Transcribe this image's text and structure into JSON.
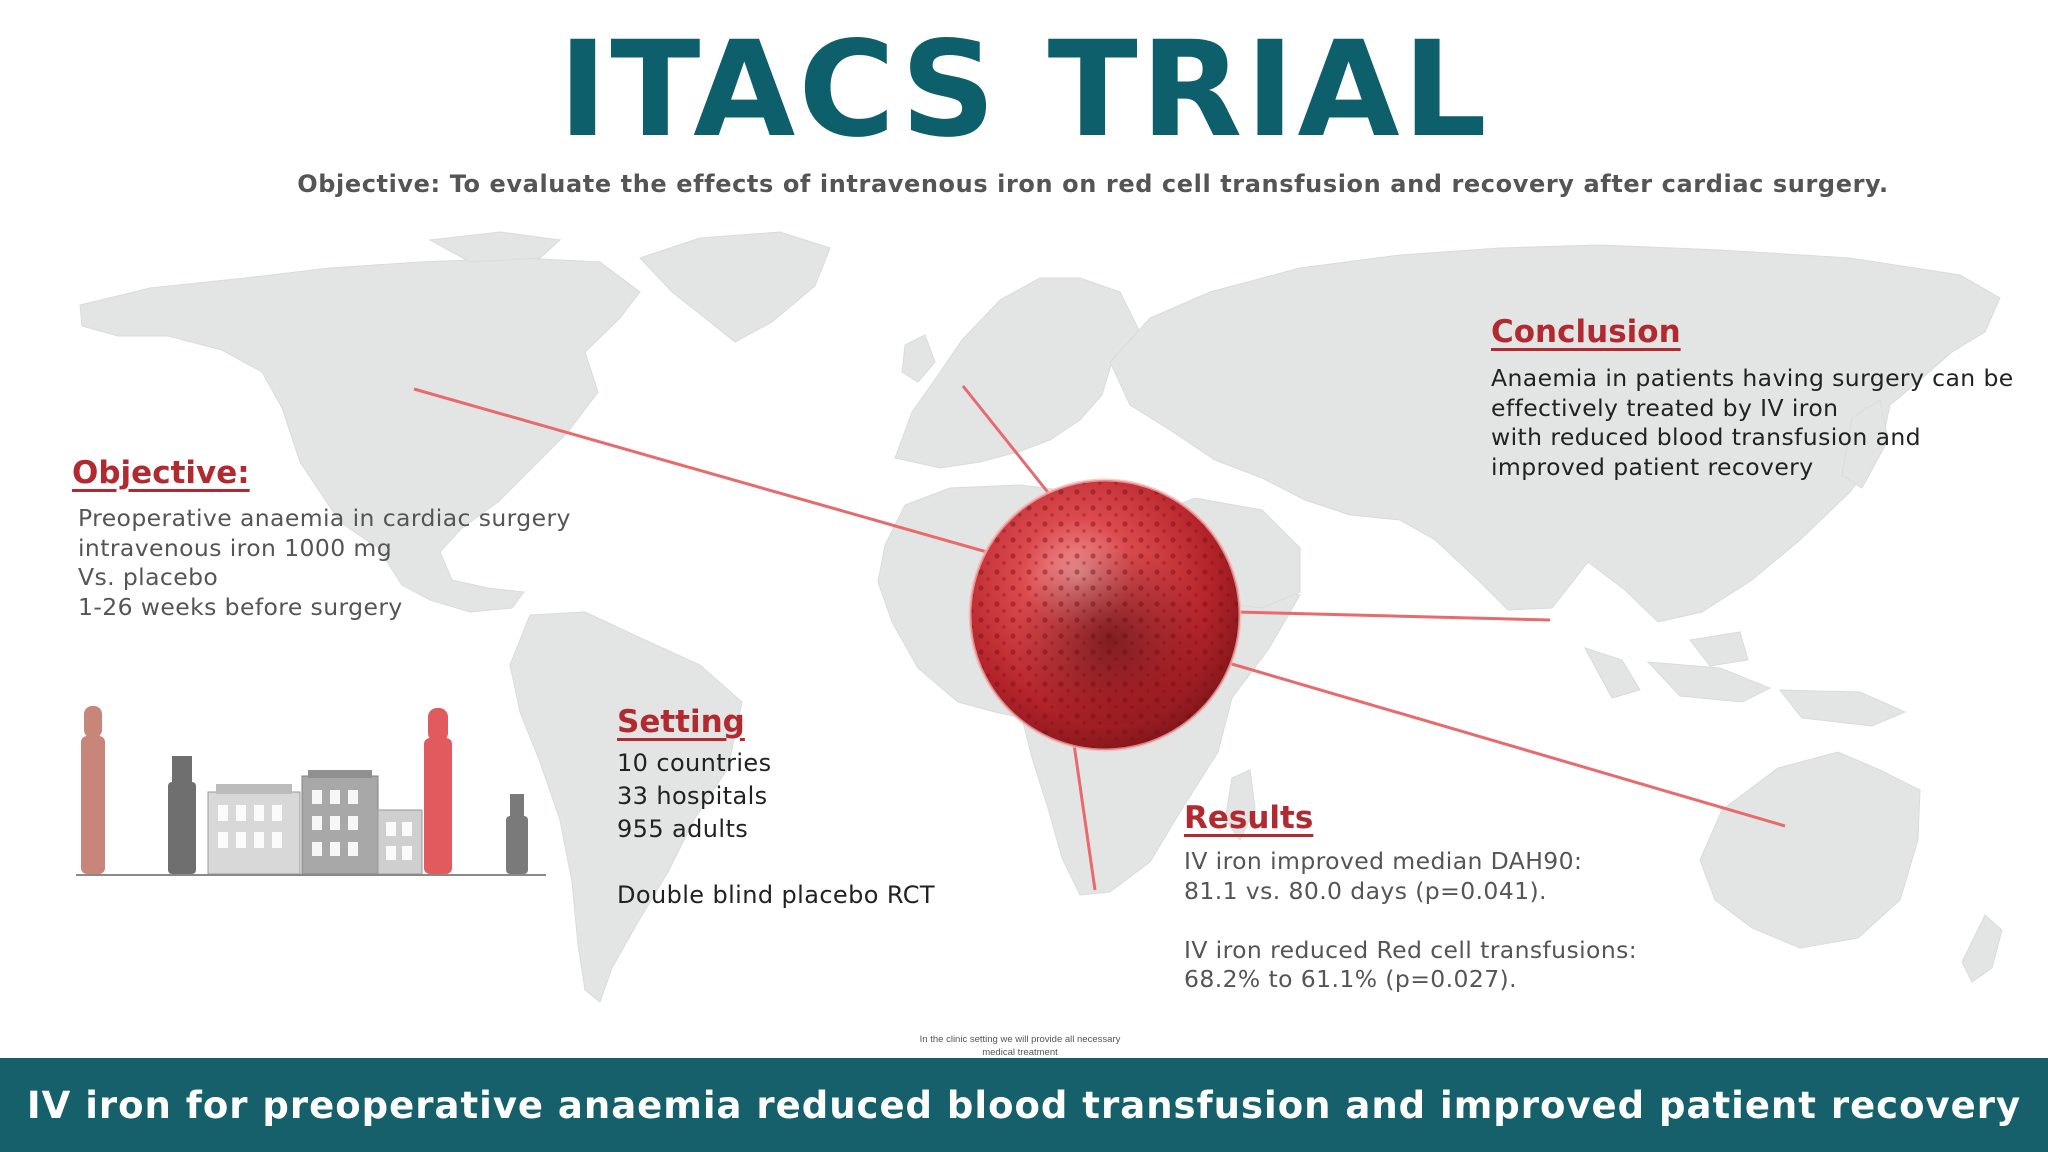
{
  "title": "ITACS TRIAL",
  "subtitle": "Objective: To evaluate the effects of intravenous iron on red cell transfusion and recovery after cardiac surgery.",
  "objective": {
    "heading": "Objective:",
    "lines": [
      "Preoperative anaemia in cardiac surgery",
      "intravenous iron 1000 mg",
      "Vs. placebo",
      "1-26 weeks before surgery"
    ]
  },
  "setting": {
    "heading": "Setting",
    "lines": [
      "10 countries",
      "33 hospitals",
      "955 adults",
      "",
      "Double blind placebo RCT"
    ]
  },
  "conclusion": {
    "heading": "Conclusion",
    "lines": [
      "Anaemia in patients having surgery can be",
      "effectively treated by IV iron",
      "with reduced blood transfusion and",
      "improved patient recovery"
    ]
  },
  "results": {
    "heading": "Results",
    "lines": [
      "IV iron improved median DAH90:",
      "81.1 vs. 80.0 days (p=0.041).",
      "",
      "IV iron reduced Red cell transfusions:",
      "68.2% to 61.1% (p=0.027)."
    ]
  },
  "small_note": [
    "In the clinic setting we will provide all necessary",
    "medical treatment"
  ],
  "footer": "IV iron for preoperative anaemia reduced blood transfusion and improved patient recovery",
  "colors": {
    "teal": "#0e5f6c",
    "footer": "#15606b",
    "heading_red": "#b02a30",
    "cell_red": "#c8282e",
    "map_grey": "#e3e5e5",
    "line_red": "#e86a6c"
  },
  "icons": [
    "world-map",
    "red-blood-cell",
    "hospital-skyline"
  ]
}
